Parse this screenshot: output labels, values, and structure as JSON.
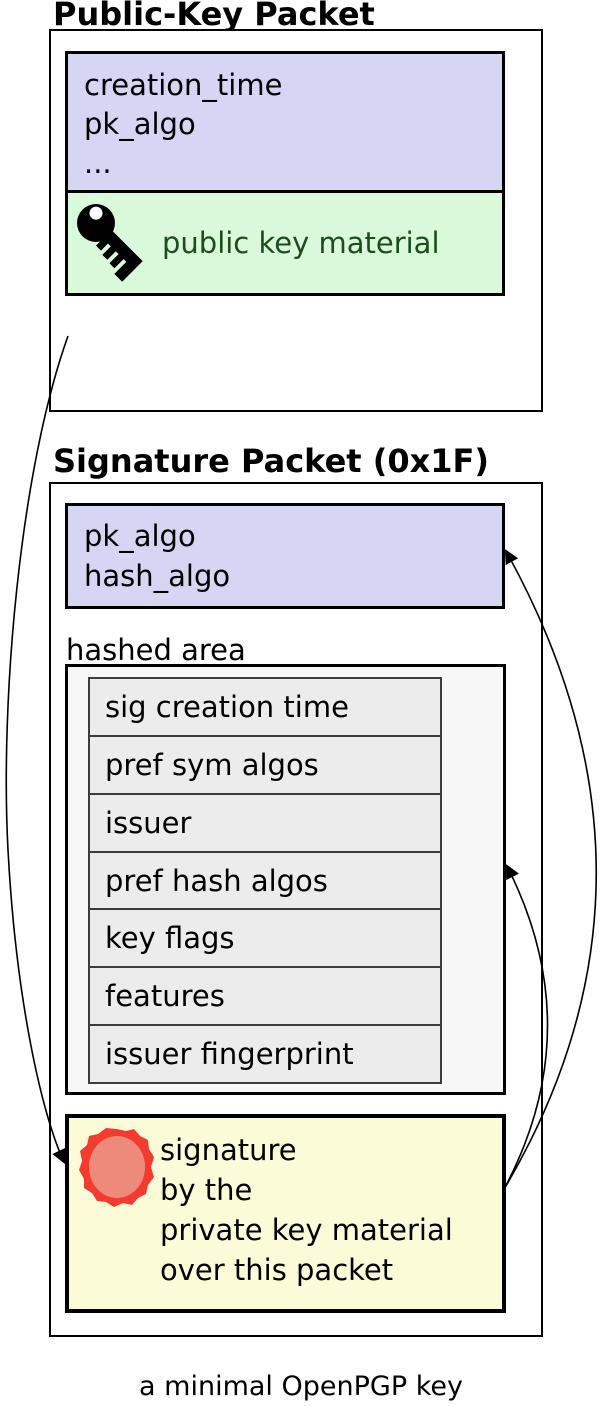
{
  "public_key_packet": {
    "title": "Public-Key Packet",
    "fields": [
      "creation_time",
      "pk_algo",
      "..."
    ],
    "key_material_label": "public key material"
  },
  "signature_packet": {
    "title": "Signature Packet (0x1F)",
    "fields": [
      "pk_algo",
      "hash_algo"
    ],
    "hashed_area": {
      "label": "hashed area",
      "subpackets": [
        "sig creation time",
        "pref sym algos",
        "issuer",
        "pref hash algos",
        "key flags",
        "features",
        "issuer fingerprint"
      ]
    },
    "signature_lines": [
      "signature",
      "by the",
      "private key material",
      "over this packet"
    ]
  },
  "caption": "a minimal OpenPGP key",
  "icons": {
    "key": "key-icon",
    "seal": "seal-icon"
  },
  "colors": {
    "field_header_fill": "#d6d6f4",
    "key_material_fill": "#daf8da",
    "key_material_text": "#1d4d1d",
    "hashed_area_fill": "#f7f7f7",
    "subpacket_row_fill": "#ececec",
    "signature_fill": "#fbfbd8",
    "seal_ring": "#f43b30",
    "seal_center": "#ee8a7c",
    "line_color": "#000000"
  }
}
